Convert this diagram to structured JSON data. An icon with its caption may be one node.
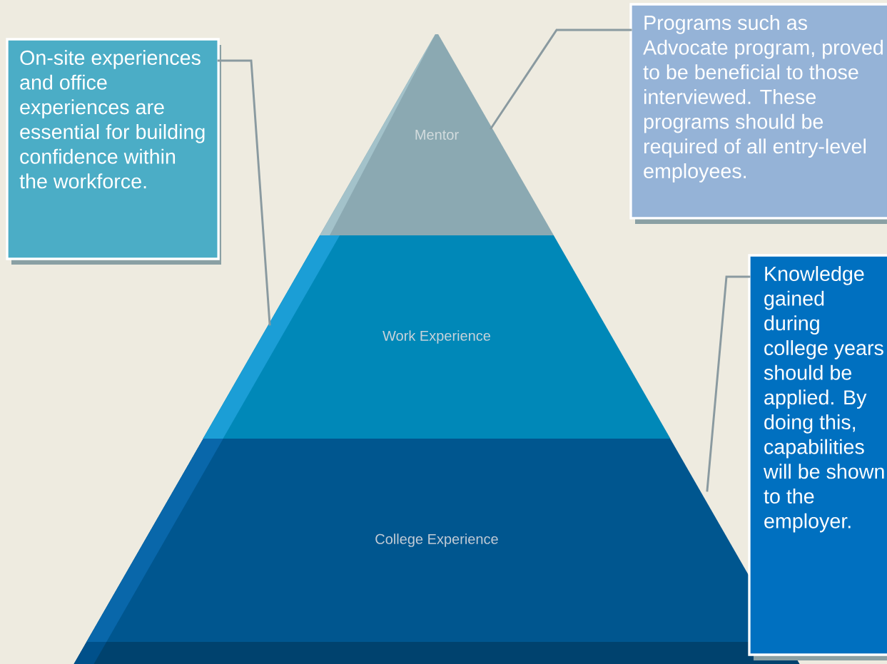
{
  "diagram": {
    "nodes": [
      {
        "text": [
          "On-site experiences and office experiences are essential for building confidence within the workforce."
        ]
      },
      {
        "text": [
          "Mentor"
        ]
      },
      {
        "text": [
          "Programs such as Advocate program, proved to be beneficial to those interviewed. These programs should be required of all entry-level employees."
        ]
      },
      {
        "text": [
          "Knowledge gained during college years should be applied. By doing this, capabilities will be shown to the employer."
        ]
      },
      {
        "text": [
          "Work Experience"
        ]
      },
      {
        "text": [
          "College Experience"
        ]
      },
      {
        "text": [],
        "shape": "bar"
      }
    ],
    "edges": [
      {
        "from": 0,
        "to": 4,
        "arrow": "none"
      },
      {
        "from": 2,
        "to": 1,
        "arrow": "none"
      },
      {
        "from": 3,
        "to": 5,
        "arrow": "none"
      }
    ]
  }
}
